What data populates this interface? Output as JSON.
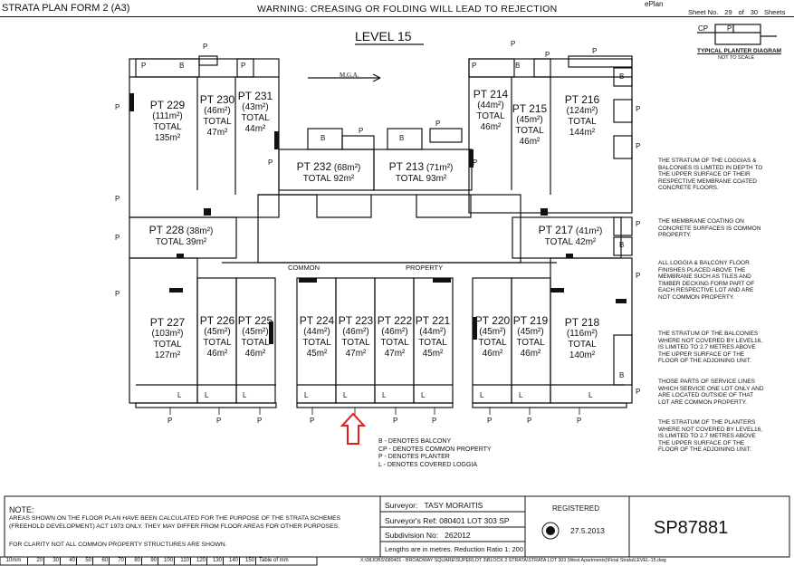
{
  "header": {
    "form_title": "STRATA PLAN FORM 2 (A3)",
    "warning": "WARNING: CREASING OR FOLDING WILL LEAD TO REJECTION",
    "eplan": "ePlan",
    "sheet_label": "Sheet No.",
    "sheet_no": "29",
    "sheet_of": "of",
    "sheet_total": "30",
    "sheets_label": "Sheets"
  },
  "plan": {
    "level_title": "LEVEL 15",
    "north": "M.G.A.",
    "common_word1": "COMMON",
    "common_word2": "PROPERTY",
    "lots": [
      {
        "id": "PT 229",
        "area": "(111m²)",
        "total": "TOTAL",
        "total_area": "135m²"
      },
      {
        "id": "PT 230",
        "area": "(46m²)",
        "total": "TOTAL",
        "total_area": "47m²"
      },
      {
        "id": "PT 231",
        "area": "(43m²)",
        "total": "TOTAL",
        "total_area": "44m²"
      },
      {
        "id": "PT 232",
        "area": "(68m²)",
        "total": "TOTAL",
        "total_area": "92m²"
      },
      {
        "id": "PT 213",
        "area": "(71m²)",
        "total": "TOTAL",
        "total_area": "93m²"
      },
      {
        "id": "PT 214",
        "area": "(44m²)",
        "total": "TOTAL",
        "total_area": "46m²"
      },
      {
        "id": "PT 215",
        "area": "(45m²)",
        "total": "TOTAL",
        "total_area": "46m²"
      },
      {
        "id": "PT 216",
        "area": "(124m²)",
        "total": "TOTAL",
        "total_area": "144m²"
      },
      {
        "id": "PT 228",
        "area": "(38m²)",
        "total": "TOTAL",
        "total_area": "39m²"
      },
      {
        "id": "PT 217",
        "area": "(41m²)",
        "total": "TOTAL",
        "total_area": "42m²"
      },
      {
        "id": "PT 227",
        "area": "(103m²)",
        "total": "TOTAL",
        "total_area": "127m²"
      },
      {
        "id": "PT 226",
        "area": "(45m²)",
        "total": "TOTAL",
        "total_area": "46m²"
      },
      {
        "id": "PT 225",
        "area": "(45m²)",
        "total": "TOTAL",
        "total_area": "46m²"
      },
      {
        "id": "PT 224",
        "area": "(44m²)",
        "total": "TOTAL",
        "total_area": "45m²"
      },
      {
        "id": "PT 223",
        "area": "(46m²)",
        "total": "TOTAL",
        "total_area": "47m²"
      },
      {
        "id": "PT 222",
        "area": "(46m²)",
        "total": "TOTAL",
        "total_area": "47m²"
      },
      {
        "id": "PT 221",
        "area": "(44m²)",
        "total": "TOTAL",
        "total_area": "45m²"
      },
      {
        "id": "PT 220",
        "area": "(45m²)",
        "total": "TOTAL",
        "total_area": "46m²"
      },
      {
        "id": "PT 219",
        "area": "(45m²)",
        "total": "TOTAL",
        "total_area": "46m²"
      },
      {
        "id": "PT 218",
        "area": "(116m²)",
        "total": "TOTAL",
        "total_area": "140m²"
      }
    ],
    "symbols": {
      "balcony": "B",
      "planter": "P",
      "loggia": "L",
      "cp": "CP"
    },
    "arrow_color": "#e02020"
  },
  "planter_diagram": {
    "title": "TYPICAL PLANTER DIAGRAM",
    "subtitle": "NOT TO SCALE"
  },
  "legend": [
    "B  - DENOTES BALCONY",
    "CP - DENOTES COMMON PROPERTY",
    "P  - DENOTES PLANTER",
    "L  - DENOTES COVERED LOGGIA"
  ],
  "notes": [
    "THE STRATUM OF THE LOGGIAS & BALCONIES IS LIMITED IN DEPTH TO THE UPPER SURFACE OF THEIR RESPECTIVE MEMBRANE COATED CONCRETE FLOORS.",
    "THE MEMBRANE COATING ON CONCRETE SURFACES IS COMMON PROPERTY.",
    "ALL LOGGIA & BALCONY FLOOR FINISHES PLACED ABOVE THE MEMBRANE SUCH AS TILES AND TIMBER DECKING FORM PART OF EACH RESPECTIVE LOT AND ARE NOT COMMON PROPERTY.",
    "THE STRATUM OF THE BALCONIES WHERE NOT COVERED BY LEVEL16, IS LIMITED TO 2.7 METRES ABOVE THE UPPER SURFACE OF THE FLOOR OF THE ADJOINING UNIT.",
    "THOSE PARTS OF SERVICE LINES WHICH SERVICE ONE LOT ONLY AND ARE LOCATED OUTSIDE OF THAT LOT ARE COMMON PROPERTY.",
    "THE STRATUM OF THE PLANTERS WHERE NOT COVERED BY LEVEL16, IS LIMITED TO 2.7 METRES ABOVE THE UPPER SURFACE OF THE FLOOR OF THE ADJOINING UNIT."
  ],
  "footer": {
    "note_title": "NOTE:",
    "note_line1": "AREAS SHOWN ON THE FLOOR PLAN HAVE BEEN CALCULATED FOR THE PURPOSE OF THE STRATA SCHEMES",
    "note_line2": "(FREEHOLD DEVELOPMENT) ACT 1973 ONLY. THEY MAY DIFFER FROM FLOOR AREAS FOR OTHER PURPOSES.",
    "note_line3": "FOR CLARITY NOT ALL COMMON PROPERTY STRUCTURES ARE SHOWN.",
    "surveyor_label": "Surveyor:",
    "surveyor_name": "TASY MORAITIS",
    "ref_label": "Surveyor's Ref:",
    "ref_value": "080401 LOT 303 SP",
    "subdiv_label": "Subdivision No:",
    "subdiv_value": "262012",
    "lengths": "Lengths are in metres. Reduction Ratio 1: 200",
    "registered_label": "REGISTERED",
    "registered_date": "27.5.2013",
    "plan_number": "SP87881",
    "scale_ticks": [
      "10mm",
      "20",
      "30",
      "40",
      "50",
      "60",
      "70",
      "80",
      "90",
      "100",
      "110",
      "120",
      "130",
      "140",
      "150"
    ],
    "scale_caption": "Table of mm",
    "file_path": "X:\\08JOBS\\080401 - BROADWAY SQUARE\\SUPERLOT 3\\BLOCK 2 STRATA\\STRATA LOT 303 (West Apartments)\\Final Strata\\LEVEL-15.dwg"
  }
}
